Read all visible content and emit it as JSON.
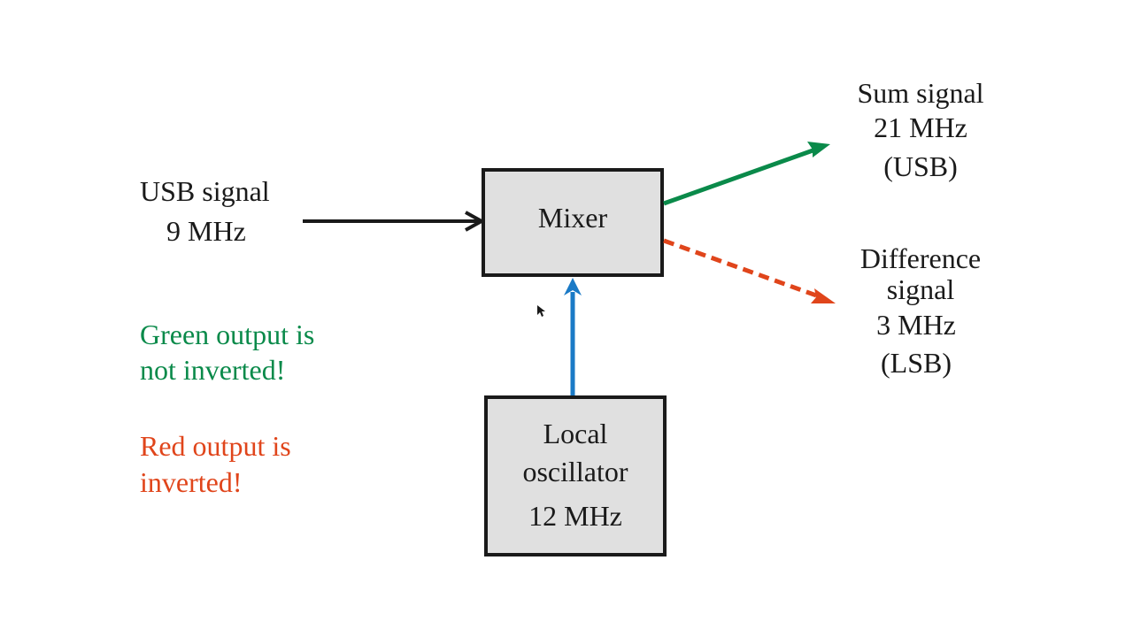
{
  "input": {
    "label": "USB signal",
    "freq": "9 MHz"
  },
  "mixer": {
    "label": "Mixer"
  },
  "oscillator": {
    "line1": "Local",
    "line2": "oscillator",
    "freq": "12 MHz"
  },
  "sum_output": {
    "line1": "Sum signal",
    "freq": "21 MHz",
    "band": "(USB)"
  },
  "difference_output": {
    "line1": "Difference",
    "line2": "signal",
    "freq": "3 MHz",
    "band": "(LSB)"
  },
  "notes": {
    "green_line1": "Green output is",
    "green_line2": "not inverted!",
    "red_line1": "Red output is",
    "red_line2": "inverted!"
  },
  "colors": {
    "green": "#0a8a4a",
    "red": "#e0451b",
    "blue": "#1a7ac6",
    "box_fill": "#e0e0e0",
    "border": "#1a1a1a"
  }
}
